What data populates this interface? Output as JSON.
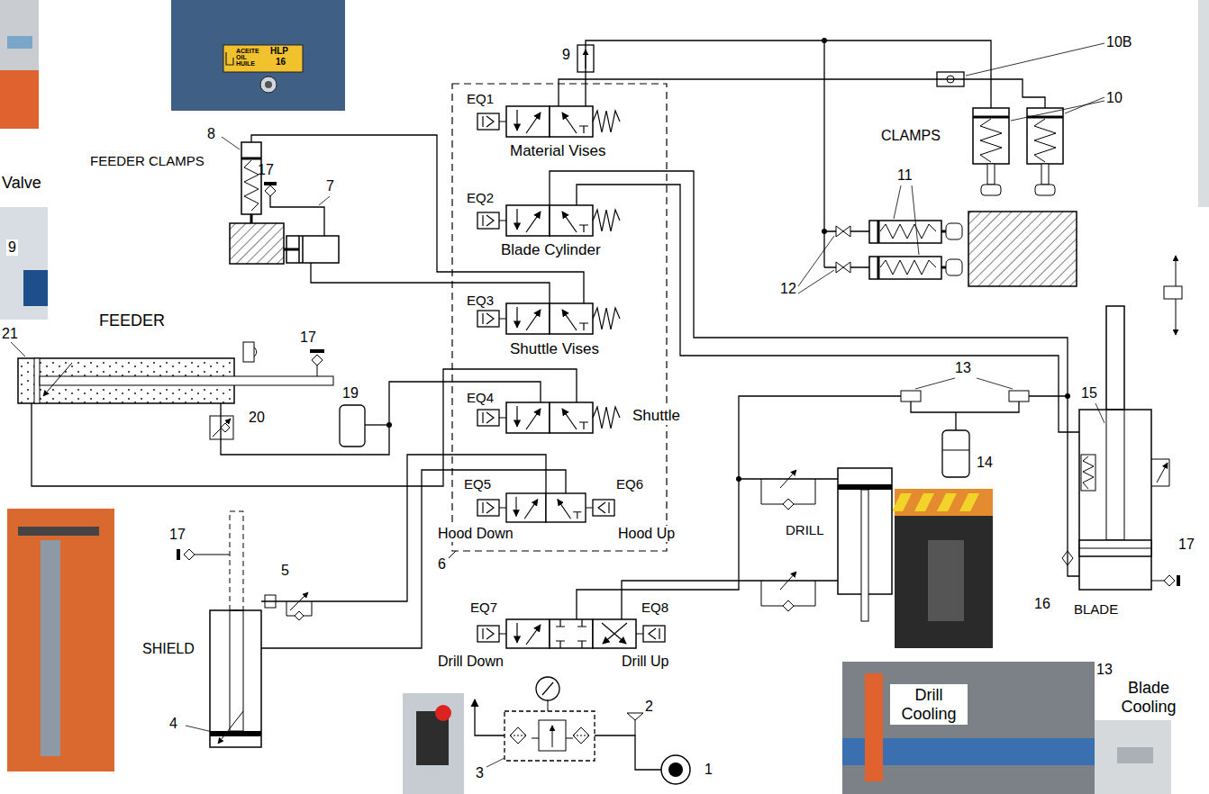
{
  "diagram": {
    "nodes": [
      {
        "text": [
          "EQ1",
          "Material Vises"
        ]
      },
      {
        "text": [
          "EQ2",
          "Blade Cylinder"
        ]
      },
      {
        "text": [
          "EQ3",
          "Shuttle Vises"
        ]
      },
      {
        "text": [
          "EQ4",
          "Shuttle"
        ]
      },
      {
        "text": [
          "EQ5",
          "EQ6",
          "Hood Down",
          "Hood Up"
        ]
      },
      {
        "text": [
          "EQ7",
          "EQ8",
          "Drill Down",
          "Drill Up"
        ]
      },
      {
        "text": [
          "FEEDER CLAMPS"
        ]
      },
      {
        "text": [
          "FEEDER"
        ]
      },
      {
        "text": [
          "SHIELD"
        ]
      },
      {
        "text": [
          "DRILL"
        ]
      },
      {
        "text": [
          "BLADE"
        ]
      },
      {
        "text": [
          "CLAMPS"
        ]
      }
    ],
    "edges": [
      {
        "from": 0,
        "to": 11,
        "arrow": "none"
      },
      {
        "from": 0,
        "to": 11,
        "arrow": "none"
      },
      {
        "from": 1,
        "to": 10,
        "arrow": "none"
      },
      {
        "from": 1,
        "to": 10,
        "arrow": "none"
      },
      {
        "from": 2,
        "to": 6,
        "arrow": "none"
      },
      {
        "from": 2,
        "to": 6,
        "arrow": "none"
      },
      {
        "from": 3,
        "to": 7,
        "arrow": "none"
      },
      {
        "from": 3,
        "to": 7,
        "arrow": "none"
      },
      {
        "from": 4,
        "to": 8,
        "arrow": "none"
      },
      {
        "from": 4,
        "to": 8,
        "arrow": "none"
      },
      {
        "from": 5,
        "to": 9,
        "arrow": "none"
      },
      {
        "from": 5,
        "to": 9,
        "arrow": "none"
      }
    ],
    "labels": [
      "9",
      "10B",
      "10",
      "11",
      "12",
      "8",
      "17",
      "7",
      "21",
      "17",
      "19",
      "20",
      "17",
      "5",
      "4",
      "6",
      "13",
      "14",
      "15",
      "16",
      "17",
      "3",
      "2",
      "1",
      "Valve",
      "9",
      "ACEITE",
      "OIL",
      "HUILE",
      "HLP",
      "16",
      "Drill Cooling",
      "13",
      "Blade Cooling"
    ]
  }
}
